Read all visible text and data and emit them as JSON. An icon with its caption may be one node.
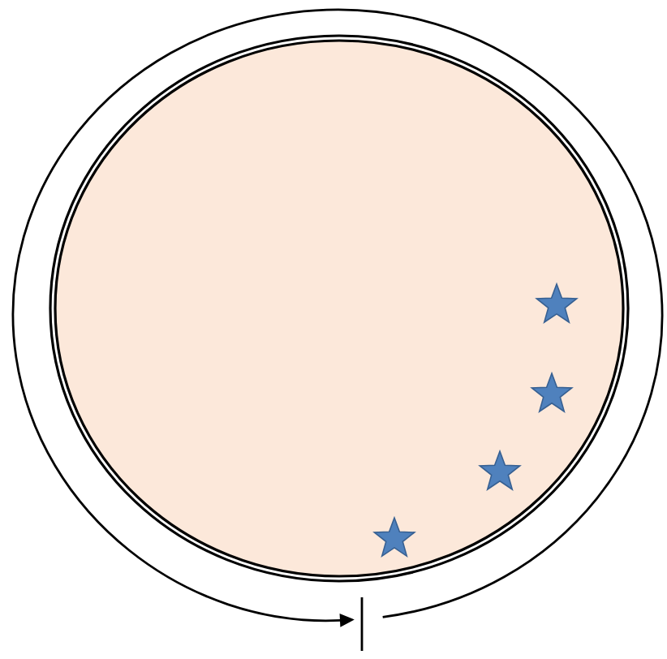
{
  "diagram": {
    "nodes": [
      {
        "text": [],
        "shape": "circle"
      },
      {
        "text": [],
        "shape": "star",
        "in": 0
      },
      {
        "text": [],
        "shape": "star",
        "in": 0
      },
      {
        "text": [],
        "shape": "star",
        "in": 0
      },
      {
        "text": [],
        "shape": "star",
        "in": 0
      }
    ]
  }
}
